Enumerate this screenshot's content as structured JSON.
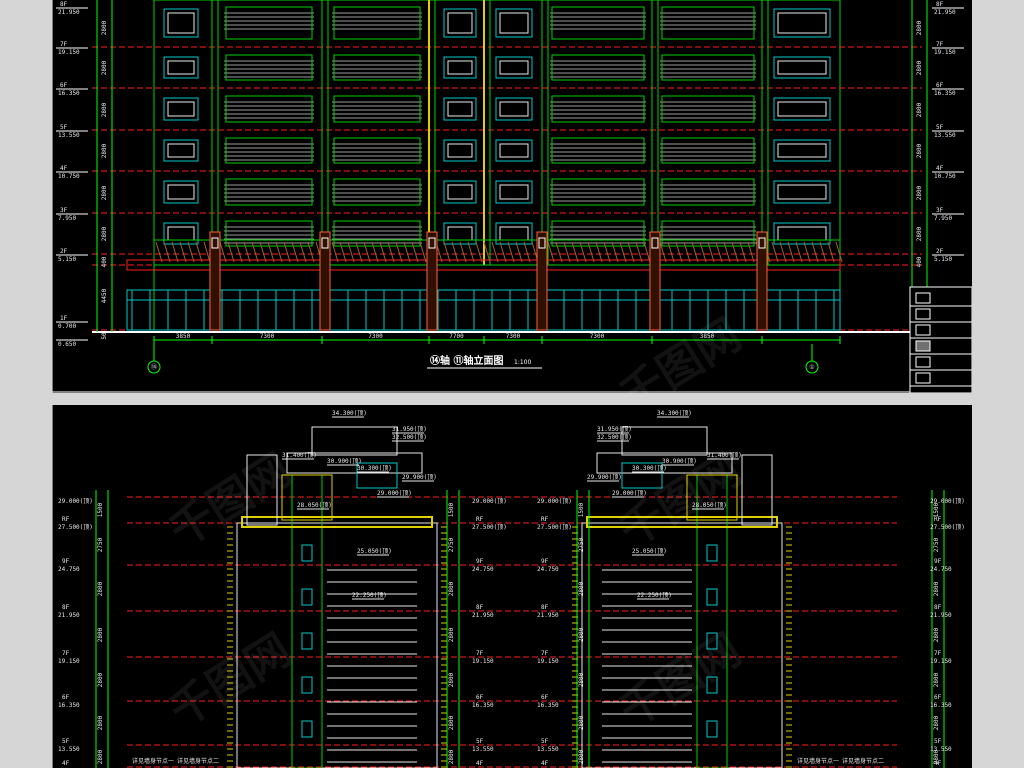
{
  "elevation_top": {
    "title": "⑭轴 ⑪轴立面图",
    "scale": "1:100",
    "axis_dims": [
      "3850",
      "7300",
      "7300",
      "7700",
      "7300",
      "7300",
      "3850"
    ],
    "axis_marks": [
      "⑭",
      "①"
    ],
    "levels_left": [
      {
        "floor": "8F",
        "elev": "21.950"
      },
      {
        "floor": "7F",
        "elev": "19.150"
      },
      {
        "floor": "6F",
        "elev": "16.350"
      },
      {
        "floor": "5F",
        "elev": "13.550"
      },
      {
        "floor": "4F",
        "elev": "10.750"
      },
      {
        "floor": "3F",
        "elev": "7.950"
      },
      {
        "floor": "2F",
        "elev": "5.150"
      },
      {
        "floor": "1F",
        "elev": "0.700"
      },
      {
        "floor": "",
        "elev": "0.650"
      }
    ],
    "levels_right": [
      {
        "floor": "8F",
        "elev": "21.950"
      },
      {
        "floor": "7F",
        "elev": "19.150"
      },
      {
        "floor": "6F",
        "elev": "16.350"
      },
      {
        "floor": "5F",
        "elev": "13.550"
      },
      {
        "floor": "4F",
        "elev": "10.750"
      },
      {
        "floor": "3F",
        "elev": "7.950"
      },
      {
        "floor": "2F",
        "elev": "5.150"
      },
      {
        "floor": "1F",
        "elev": "0.700"
      },
      {
        "floor": "",
        "elev": "0.650"
      }
    ],
    "story_dims": [
      "2800",
      "2800",
      "2800",
      "2800",
      "2800",
      "2800",
      "400",
      "4450",
      "50"
    ],
    "legend_rows": 6
  },
  "sections_bottom": {
    "left_top_labels": [
      "34.300(顶)",
      "32.500(顶)",
      "31.950(顶)",
      "31.400(顶)",
      "30.900(顶)",
      "30.300(顶)",
      "29.900(顶)",
      "29.000(顶)",
      "28.050(顶)",
      "25.050(顶)",
      "22.250(顶)"
    ],
    "right_top_labels": [
      "34.300(顶)",
      "32.500(顶)",
      "31.950(顶)",
      "31.400(顶)",
      "30.900(顶)",
      "30.300(顶)",
      "29.900(顶)",
      "29.000(顶)",
      "28.050(顶)",
      "25.050(顶)",
      "22.250(顶)"
    ],
    "levels": [
      {
        "floor": "",
        "elev": "29.000(顶)"
      },
      {
        "floor": "RF",
        "elev": "27.500(顶)"
      },
      {
        "floor": "9F",
        "elev": "24.750"
      },
      {
        "floor": "8F",
        "elev": "21.950"
      },
      {
        "floor": "7F",
        "elev": "19.150"
      },
      {
        "floor": "6F",
        "elev": "16.350"
      },
      {
        "floor": "5F",
        "elev": "13.550"
      },
      {
        "floor": "4F",
        "elev": ""
      }
    ],
    "dims": [
      "1500",
      "2750",
      "2800",
      "2800",
      "2800",
      "2800",
      "2800"
    ],
    "notes": [
      "详见墙身节点一",
      "详见墙身节点二"
    ]
  },
  "watermark": "千图网"
}
